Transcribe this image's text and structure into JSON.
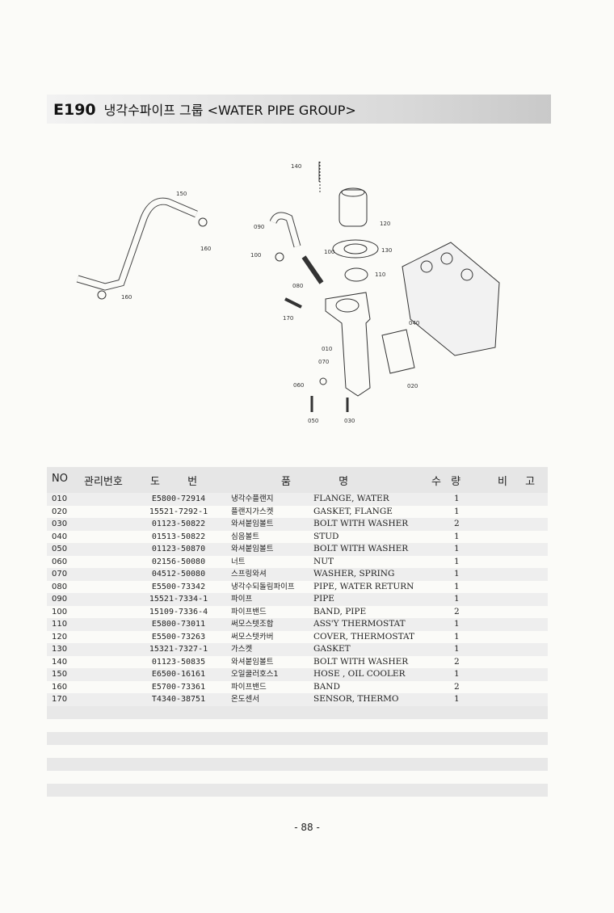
{
  "header": {
    "code": "E190",
    "title": "냉각수파이프 그룹 <WATER PIPE GROUP>"
  },
  "diagram": {
    "callouts": [
      "140",
      "150",
      "120",
      "090",
      "130",
      "100",
      "100",
      "160",
      "110",
      "080",
      "160",
      "170",
      "040",
      "010",
      "070",
      "060",
      "020",
      "050",
      "030"
    ]
  },
  "table": {
    "headers": {
      "no": "NO",
      "mgmt": "관리번호",
      "drawing": "도 번",
      "name": "품 명",
      "qty": "수 량",
      "remarks": "비 고"
    },
    "rows": [
      {
        "no": "010",
        "part": "E5800-72914",
        "kr": "냉각수플랜지",
        "en": "FLANGE, WATER",
        "qty": "1"
      },
      {
        "no": "020",
        "part": "15521-7292-1",
        "kr": "플랜지가스켓",
        "en": "GASKET, FLANGE",
        "qty": "1"
      },
      {
        "no": "030",
        "part": "01123-50822",
        "kr": "와셔붙임볼트",
        "en": "BOLT WITH WASHER",
        "qty": "2"
      },
      {
        "no": "040",
        "part": "01513-50822",
        "kr": "심음볼트",
        "en": "STUD",
        "qty": "1"
      },
      {
        "no": "050",
        "part": "01123-50870",
        "kr": "와셔붙임볼트",
        "en": "BOLT WITH WASHER",
        "qty": "1"
      },
      {
        "no": "060",
        "part": "02156-50080",
        "kr": "너트",
        "en": "NUT",
        "qty": "1"
      },
      {
        "no": "070",
        "part": "04512-50080",
        "kr": "스프링와셔",
        "en": "WASHER, SPRING",
        "qty": "1"
      },
      {
        "no": "080",
        "part": "E5500-73342",
        "kr": "냉각수되돌림파이프",
        "en": "PIPE, WATER RETURN",
        "qty": "1"
      },
      {
        "no": "090",
        "part": "15521-7334-1",
        "kr": "파이프",
        "en": "PIPE",
        "qty": "1"
      },
      {
        "no": "100",
        "part": "15109-7336-4",
        "kr": "파이프밴드",
        "en": "BAND, PIPE",
        "qty": "2"
      },
      {
        "no": "110",
        "part": "E5800-73011",
        "kr": "써모스텟조합",
        "en": "ASS'Y THERMOSTAT",
        "qty": "1"
      },
      {
        "no": "120",
        "part": "E5500-73263",
        "kr": "써모스텟카버",
        "en": "COVER, THERMOSTAT",
        "qty": "1"
      },
      {
        "no": "130",
        "part": "15321-7327-1",
        "kr": "가스켓",
        "en": "GASKET",
        "qty": "1"
      },
      {
        "no": "140",
        "part": "01123-50835",
        "kr": "와셔붙임볼트",
        "en": "BOLT WITH WASHER",
        "qty": "2"
      },
      {
        "no": "150",
        "part": "E6500-16161",
        "kr": "오일쿨러호스1",
        "en": "HOSE , OIL COOLER",
        "qty": "1"
      },
      {
        "no": "160",
        "part": "E5700-73361",
        "kr": "파이프밴드",
        "en": "BAND",
        "qty": "2"
      },
      {
        "no": "170",
        "part": "T4340-38751",
        "kr": "온도센서",
        "en": "SENSOR, THERMO",
        "qty": "1"
      }
    ]
  },
  "footer": {
    "page": "- 88 -"
  }
}
